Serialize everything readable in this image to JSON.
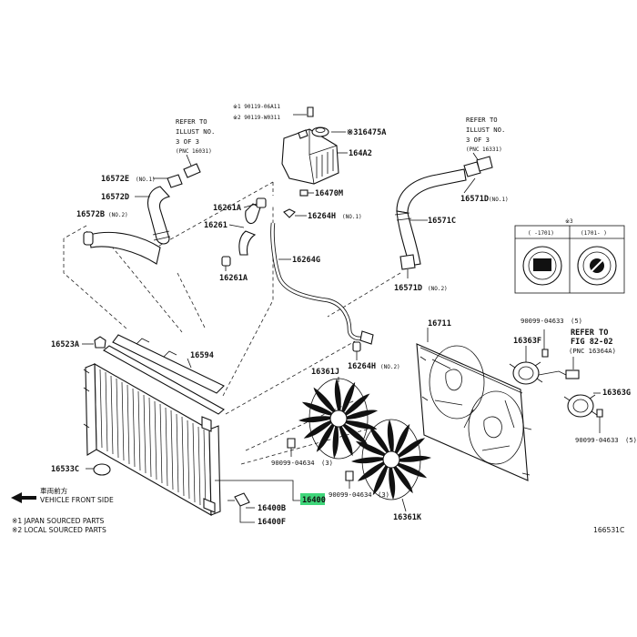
{
  "refer_left": [
    "REFER TO",
    "ILLUST NO.",
    "3 OF 3",
    "(PNC 16031)"
  ],
  "refer_right": [
    "REFER TO",
    "ILLUST NO.",
    "3 OF 3",
    "(PNC 16331)"
  ],
  "refer_fig": [
    "REFER TO",
    "FIG 82-02",
    "(PNC 16364A)"
  ],
  "parts": {
    "p90119_1": "※1 90119-06A11",
    "p90119_2": "※2 90119-W0311",
    "p16475A": "※316475A",
    "p164A2": "164A2",
    "p16470M": "16470M",
    "p16264H1": "16264H",
    "p16264H1_note": "(NO.1)",
    "p16572E": "16572E",
    "p16572E_note": "(NO.1)",
    "p16572D": "16572D",
    "p16572B": "16572B",
    "p16572B_note": "(NO.2)",
    "p16261A_top": "16261A",
    "p16261": "16261",
    "p16261A_bot": "16261A",
    "p16264G": "16264G",
    "p16571D_top": "16571D",
    "p16571D_top_note": "(NO.1)",
    "p16571C": "16571C",
    "p16571D_bot": "16571D",
    "p16571D_bot_note": "(NO.2)",
    "p16533C": "16533C",
    "p16523A": "16523A",
    "p16594": "16594",
    "p16264H2": "16264H",
    "p16264H2_note": "(NO.2)",
    "p16361J": "16361J",
    "p16711": "16711",
    "p90099_a": "90099-04633",
    "p90099_a_note": "(5)",
    "p16363F": "16363F",
    "p16363G": "16363G",
    "p90099_b": "90099-04633",
    "p90099_b_note": "(5)",
    "p90099_c": "90099-04634",
    "p90099_c_note": "(3)",
    "p90099_d": "90099-04634",
    "p90099_d_note": "(3)",
    "p16361K": "16361K",
    "p16400": "16400",
    "p16400B": "16400B",
    "p16400F": "16400F"
  },
  "inset": {
    "mark": "※3",
    "left_label": "( -1701)",
    "right_label": "(1701- )"
  },
  "front_jp": "車両前方",
  "front_en": "VEHICLE FRONT SIDE",
  "note1": "※1 JAPAN SOURCED PARTS",
  "note2": "※2 LOCAL SOURCED PARTS",
  "illust_no": "166531C",
  "highlight_color": "#3fd67a"
}
